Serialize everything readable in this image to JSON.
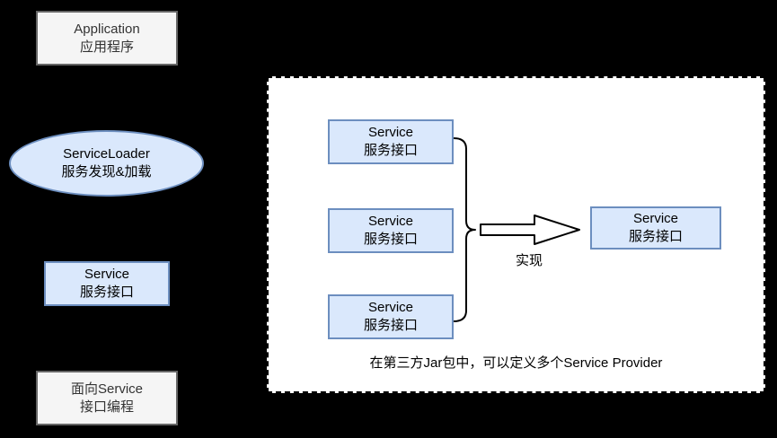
{
  "colors": {
    "canvas_bg": "#000000",
    "panel_bg": "#ffffff",
    "panel_border": "#000000",
    "node_fill_blue": "#dae8fc",
    "node_border_blue": "#6c8ebf",
    "node_fill_gray": "#f5f5f5",
    "node_border_gray": "#666666",
    "node_text_gray": "#333333"
  },
  "left_column": {
    "application_node": {
      "line1": "Application",
      "line2": "应用程序"
    },
    "serviceloader_node": {
      "line1": "ServiceLoader",
      "line2": "服务发现&加载"
    },
    "service_interface_node": {
      "line1": "Service",
      "line2": "服务接口"
    },
    "programming_node": {
      "line1": "面向Service",
      "line2": "接口编程"
    }
  },
  "provider_panel": {
    "providers": [
      {
        "line1": "Service",
        "line2": "服务接口"
      },
      {
        "line1": "Service",
        "line2": "服务接口"
      },
      {
        "line1": "Service",
        "line2": "服务接口"
      }
    ],
    "implemented_service_node": {
      "line1": "Service",
      "line2": "服务接口"
    },
    "arrow_label": "实现",
    "caption": "在第三方Jar包中，可以定义多个Service Provider"
  }
}
